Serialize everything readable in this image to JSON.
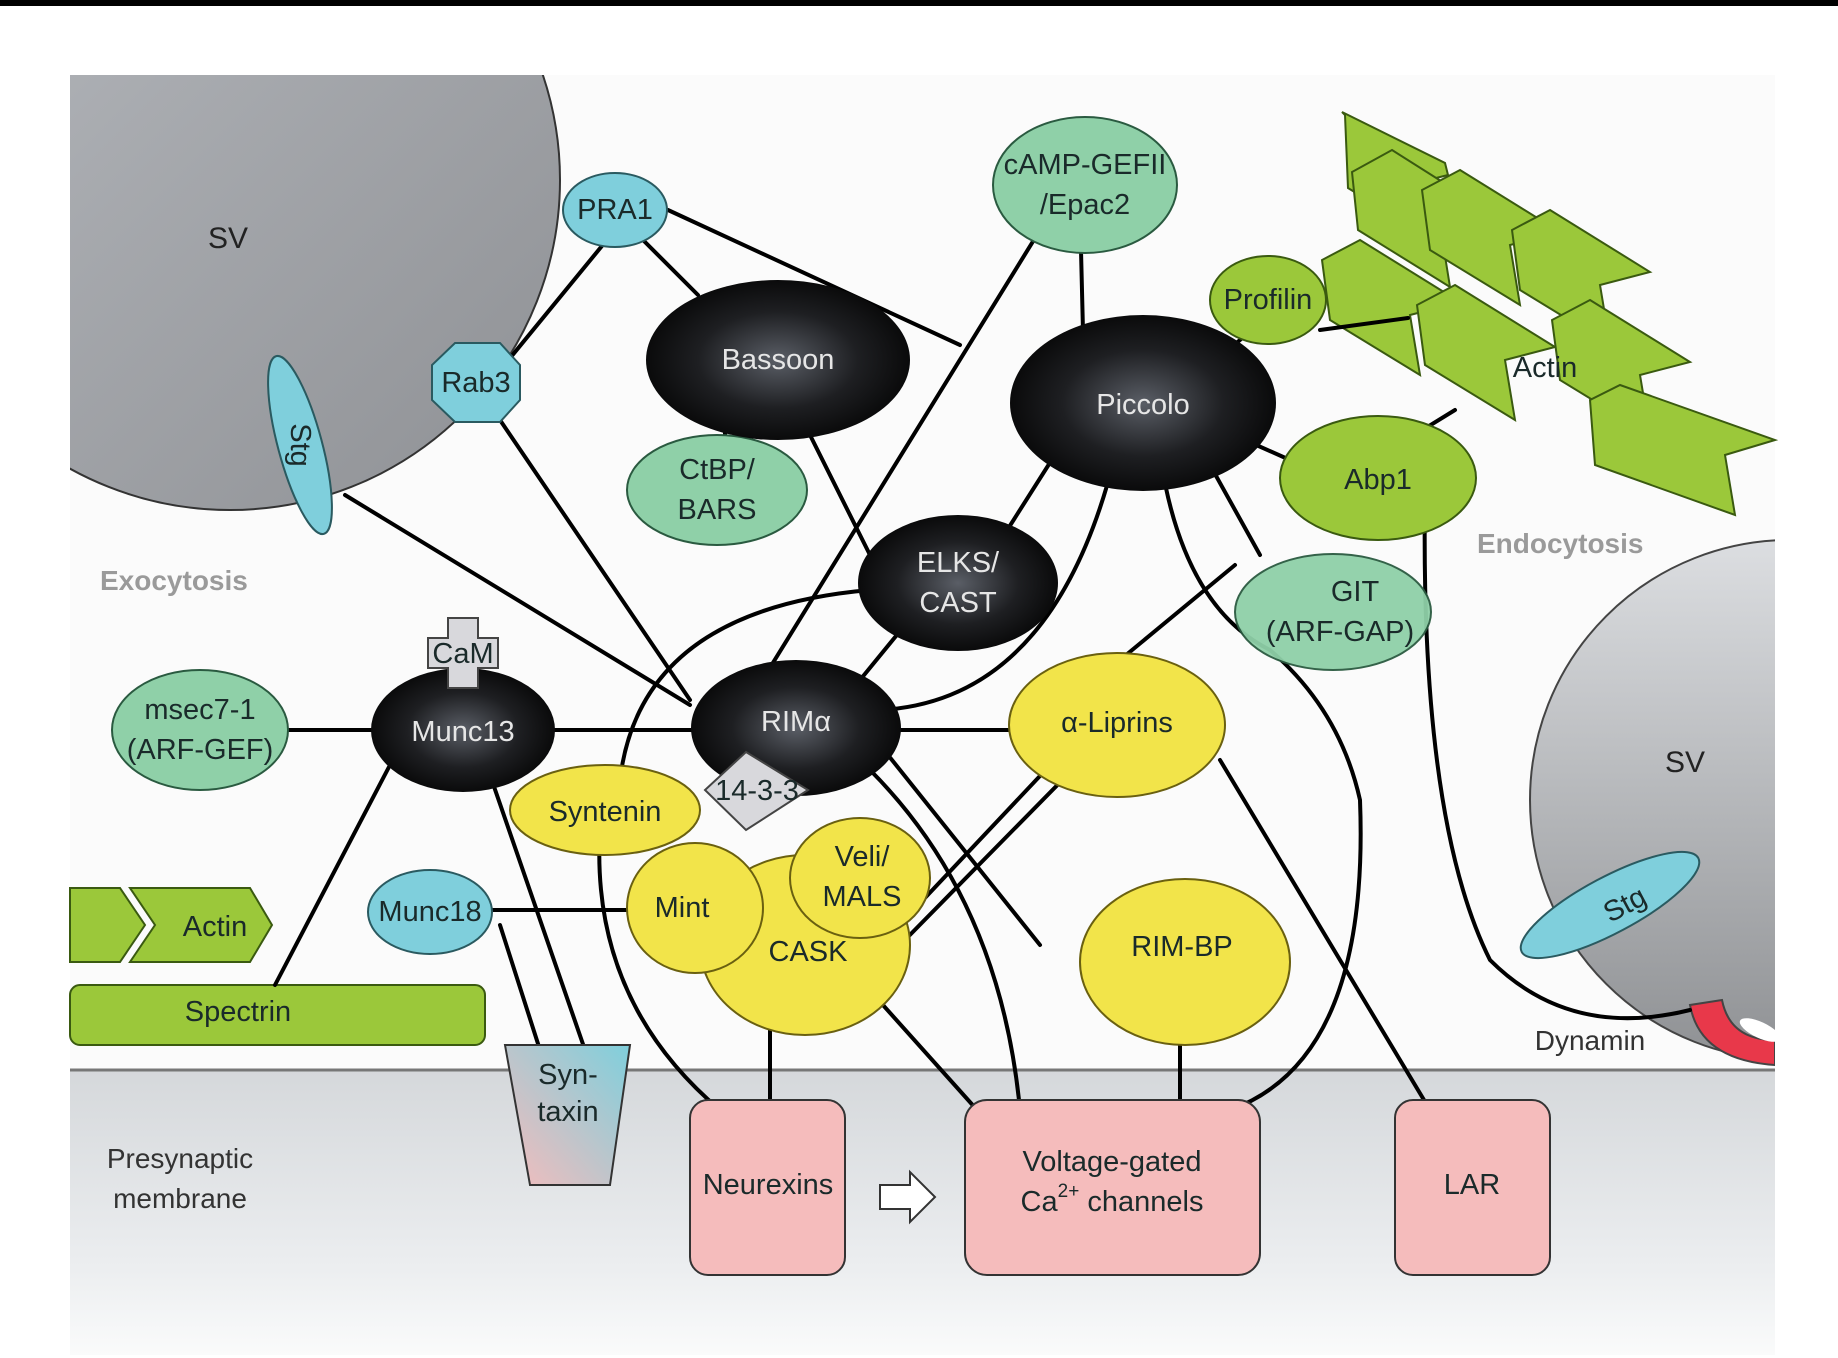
{
  "figure": {
    "regions": {
      "exocytosis": "Exocytosis",
      "endocytosis": "Endocytosis",
      "membrane_line1": "Presynaptic",
      "membrane_line2": "membrane"
    },
    "vesicles": [
      {
        "id": "sv-left",
        "label": "SV"
      },
      {
        "id": "sv-right",
        "label": "SV"
      }
    ],
    "nodes": {
      "pra1": {
        "label": "PRA1",
        "group": "vesicle-protein"
      },
      "rab3": {
        "label": "Rab3",
        "group": "vesicle-protein"
      },
      "stg_left": {
        "label": "Stg",
        "group": "vesicle-protein"
      },
      "stg_right": {
        "label": "Stg",
        "group": "vesicle-protein"
      },
      "munc18": {
        "label": "Munc18",
        "group": "vesicle-protein"
      },
      "bassoon": {
        "label": "Bassoon",
        "group": "scaffold"
      },
      "piccolo": {
        "label": "Piccolo",
        "group": "scaffold"
      },
      "elks_l1": {
        "label": "ELKS/",
        "group": "scaffold"
      },
      "elks_l2": {
        "label": "CAST",
        "group": "scaffold"
      },
      "rim": {
        "label": "RIMα",
        "group": "scaffold"
      },
      "munc13": {
        "label": "Munc13",
        "group": "scaffold"
      },
      "camp_l1": {
        "label": "cAMP-GEFII",
        "group": "signaling"
      },
      "camp_l2": {
        "label": "/Epac2",
        "group": "signaling"
      },
      "ctbp_l1": {
        "label": "CtBP/",
        "group": "signaling"
      },
      "ctbp_l2": {
        "label": "BARS",
        "group": "signaling"
      },
      "msec_l1": {
        "label": "msec7-1",
        "group": "signaling"
      },
      "msec_l2": {
        "label": "(ARF-GEF)",
        "group": "signaling"
      },
      "git_l1": {
        "label": "GIT",
        "group": "signaling"
      },
      "git_l2": {
        "label": "(ARF-GAP)",
        "group": "signaling"
      },
      "profilin": {
        "label": "Profilin",
        "group": "cytoskeleton"
      },
      "abp1": {
        "label": "Abp1",
        "group": "cytoskeleton"
      },
      "actin_top": {
        "label": "Actin",
        "group": "cytoskeleton"
      },
      "actin_left": {
        "label": "Actin",
        "group": "cytoskeleton"
      },
      "spectrin": {
        "label": "Spectrin",
        "group": "cytoskeleton"
      },
      "liprins": {
        "label": "α-Liprins",
        "group": "adaptor"
      },
      "syntenin": {
        "label": "Syntenin",
        "group": "adaptor"
      },
      "mint": {
        "label": "Mint",
        "group": "adaptor"
      },
      "veli_l1": {
        "label": "Veli/",
        "group": "adaptor"
      },
      "veli_l2": {
        "label": "MALS",
        "group": "adaptor"
      },
      "cask": {
        "label": "CASK",
        "group": "adaptor"
      },
      "rimbp": {
        "label": "RIM-BP",
        "group": "adaptor"
      },
      "cam": {
        "label": "CaM",
        "group": "modulator"
      },
      "p1433": {
        "label": "14-3-3",
        "group": "modulator"
      },
      "syntaxin_l1": {
        "label": "Syn-",
        "group": "membrane"
      },
      "syntaxin_l2": {
        "label": "taxin",
        "group": "membrane"
      },
      "neurexins": {
        "label": "Neurexins",
        "group": "membrane"
      },
      "vgcc_l1": {
        "label": "Voltage-gated",
        "group": "membrane"
      },
      "vgcc_l2_base": {
        "label": "Ca",
        "group": "membrane"
      },
      "vgcc_l2_sup": {
        "label": "2+",
        "group": "membrane"
      },
      "vgcc_l2_rest": {
        "label": " channels",
        "group": "membrane"
      },
      "lar": {
        "label": "LAR",
        "group": "membrane"
      },
      "dynamin": {
        "label": "Dynamin",
        "group": "endocytic"
      }
    },
    "colors": {
      "vesicle-protein": "#7fcfdc",
      "scaffold": "#111111",
      "signaling": "#8fd0a8",
      "cytoskeleton": "#9bc83a",
      "adaptor": "#f2e44a",
      "modulator": "#d8d8dc",
      "membrane": "#f5bcbc",
      "endocytic": "#e8384a",
      "vesicle": "#9a9ca0",
      "membrane_band": "#dcdfe2"
    },
    "edges": [
      [
        "PRA1",
        "Rab3"
      ],
      [
        "PRA1",
        "Bassoon"
      ],
      [
        "PRA1",
        "Piccolo"
      ],
      [
        "Rab3",
        "RIMα"
      ],
      [
        "Stg",
        "RIMα"
      ],
      [
        "Bassoon",
        "CtBP/BARS"
      ],
      [
        "Bassoon",
        "ELKS/CAST"
      ],
      [
        "cAMP-GEFII/Epac2",
        "Piccolo"
      ],
      [
        "cAMP-GEFII/Epac2",
        "RIMα"
      ],
      [
        "Piccolo",
        "Profilin"
      ],
      [
        "Piccolo",
        "Abp1"
      ],
      [
        "Piccolo",
        "ELKS/CAST"
      ],
      [
        "Piccolo",
        "RIMα"
      ],
      [
        "Piccolo",
        "GIT (ARF-GAP)"
      ],
      [
        "Piccolo",
        "Voltage-gated Ca2+ channels"
      ],
      [
        "Profilin",
        "Actin"
      ],
      [
        "Abp1",
        "Actin"
      ],
      [
        "Abp1",
        "Dynamin"
      ],
      [
        "ELKS/CAST",
        "RIMα"
      ],
      [
        "ELKS/CAST",
        "Syntenin"
      ],
      [
        "msec7-1 (ARF-GEF)",
        "Munc13"
      ],
      [
        "Munc13",
        "RIMα"
      ],
      [
        "Munc13",
        "Spectrin"
      ],
      [
        "Munc13",
        "Syntaxin"
      ],
      [
        "RIMα",
        "α-Liprins"
      ],
      [
        "RIMα",
        "RIM-BP"
      ],
      [
        "RIMα",
        "Voltage-gated Ca2+ channels"
      ],
      [
        "α-Liprins",
        "GIT (ARF-GAP)"
      ],
      [
        "α-Liprins",
        "CASK"
      ],
      [
        "α-Liprins",
        "Veli/MALS"
      ],
      [
        "α-Liprins",
        "LAR"
      ],
      [
        "Munc18",
        "Mint"
      ],
      [
        "Munc18",
        "Syntaxin"
      ],
      [
        "Syntenin",
        "Neurexins"
      ],
      [
        "CASK",
        "Neurexins"
      ],
      [
        "CASK",
        "Voltage-gated Ca2+ channels"
      ],
      [
        "RIM-BP",
        "Voltage-gated Ca2+ channels"
      ]
    ]
  }
}
